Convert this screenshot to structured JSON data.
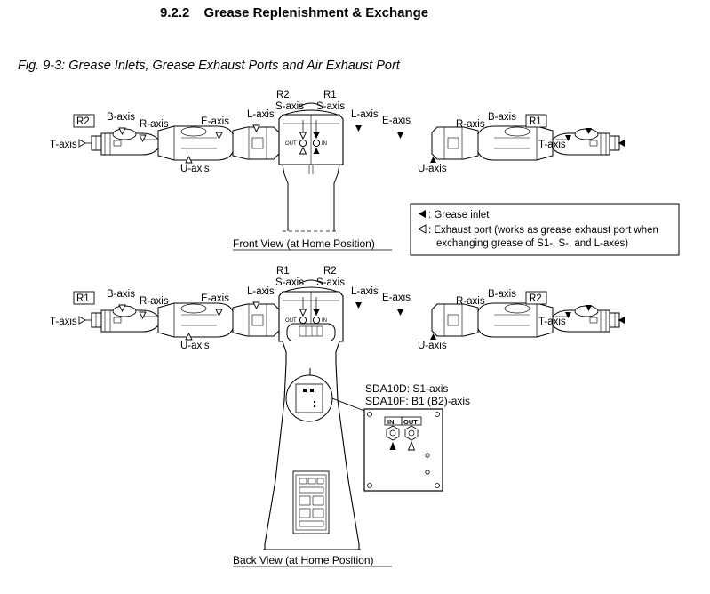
{
  "section": {
    "number": "9.2.2",
    "title": "Grease Replenishment & Exchange"
  },
  "figure_caption": "Fig. 9-3: Grease Inlets, Grease Exhaust Ports and Air Exhaust Port",
  "front_view": {
    "label": "Front View (at Home Position)",
    "top_left_id": "R2",
    "top_right_id": "R1",
    "left_box": "R2",
    "right_box": "R1",
    "s_axis": "S-axis",
    "port_out": "OUT",
    "port_in": "IN"
  },
  "back_view": {
    "label": "Back View (at Home Position)",
    "top_left_id": "R1",
    "top_right_id": "R2",
    "left_box": "R1",
    "right_box": "R2",
    "s_axis": "S-axis",
    "port_out": "OUT",
    "port_in": "IN"
  },
  "axes": {
    "t": "T-axis",
    "b": "B-axis",
    "r": "R-axis",
    "e": "E-axis",
    "l": "L-axis",
    "u": "U-axis"
  },
  "legend": {
    "inlet": ": Grease inlet",
    "exhaust_line1": ": Exhaust port  (works as grease exhaust port when",
    "exhaust_line2": "exchanging grease of S1-, S-, and L-axes)"
  },
  "detail": {
    "line1": "SDA10D: S1-axis",
    "line2": "SDA10F: B1 (B2)-axis",
    "in_label": "IN",
    "out_label": "OUT"
  }
}
